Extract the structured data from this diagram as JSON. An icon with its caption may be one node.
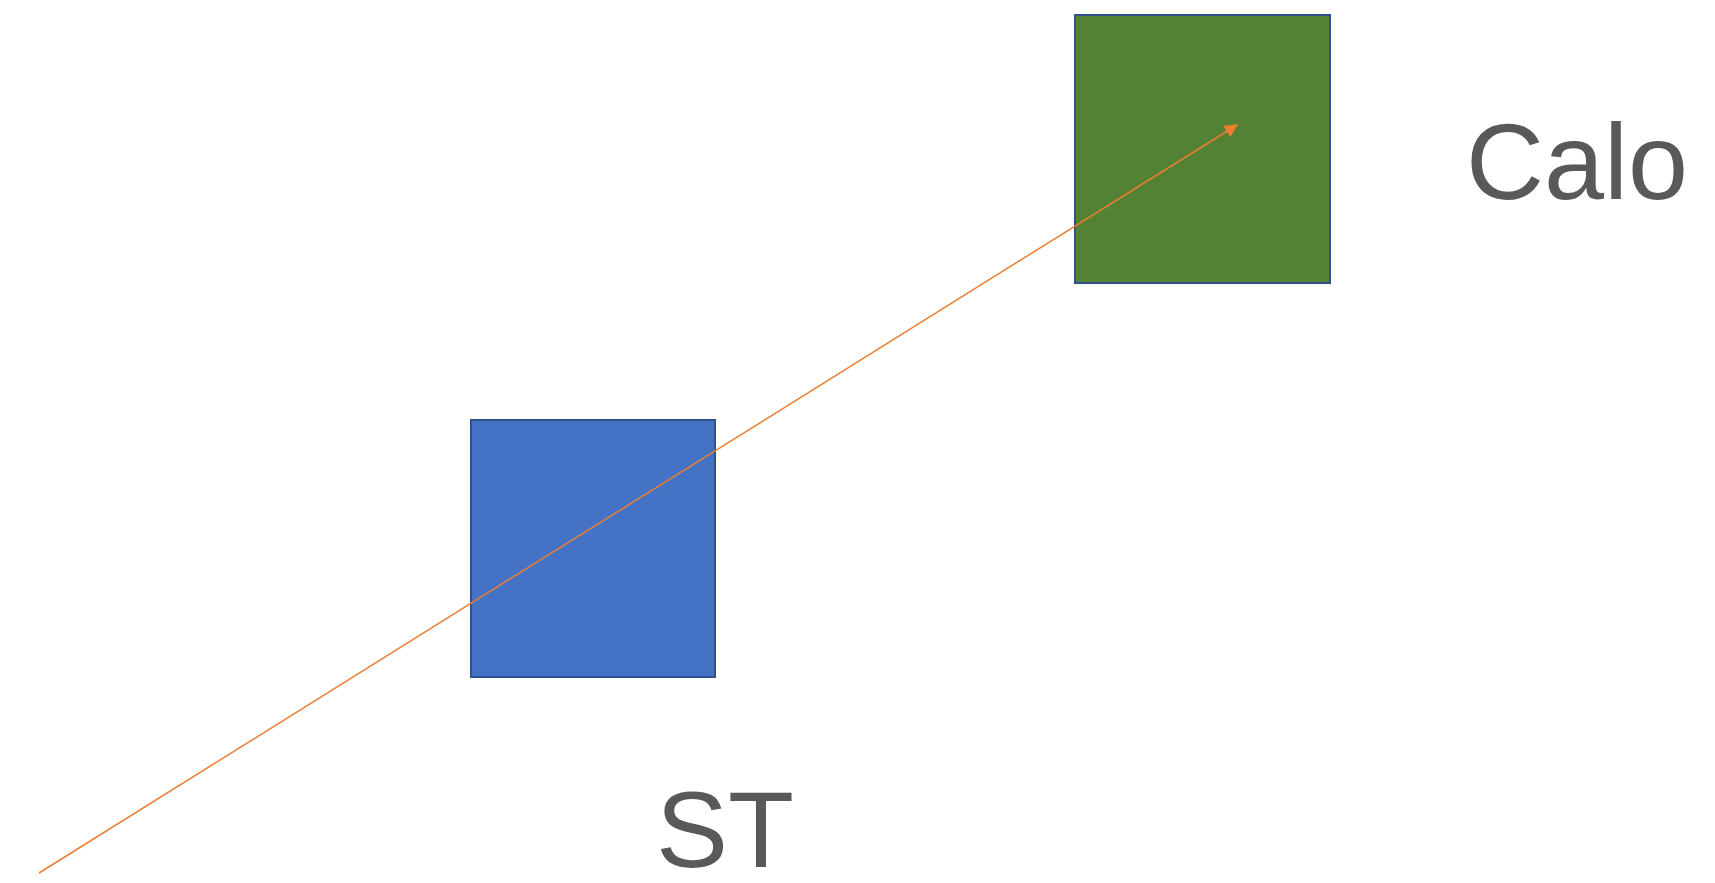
{
  "diagram": {
    "nodes": [
      {
        "text": [],
        "shape": "box",
        "beside": [
          "ST"
        ]
      },
      {
        "text": [],
        "shape": "box",
        "beside": [
          "Calo"
        ]
      }
    ],
    "edges": [
      {
        "from": null,
        "to": 1,
        "arrow": "to",
        "color": "#ed7d31"
      }
    ]
  }
}
